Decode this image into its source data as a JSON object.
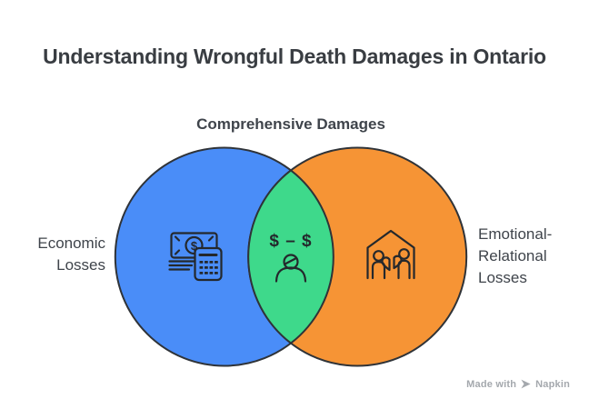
{
  "title": "Understanding Wrongful Death Damages in Ontario",
  "venn": {
    "intersection": {
      "label": "Comprehensive Damages",
      "icon_text": "$ – $"
    },
    "left": {
      "lines": [
        "Economic",
        "Losses"
      ]
    },
    "right": {
      "lines": [
        "Emotional-",
        "Relational",
        "Losses"
      ]
    }
  },
  "icons": {
    "money_dollar_glyph": "$"
  },
  "colors": {
    "economic_blue": "#4A8DF8",
    "emotional_orange": "#F69435",
    "intersection_green": "#3ED98B",
    "outline_dark": "#2F3338",
    "icon_stroke": "#24282C",
    "title_text": "#393D42",
    "label_text": "#3F444B",
    "watermark_gray": "#A4A8AD"
  },
  "watermark": {
    "prefix": "Made with",
    "brand": "Napkin"
  }
}
